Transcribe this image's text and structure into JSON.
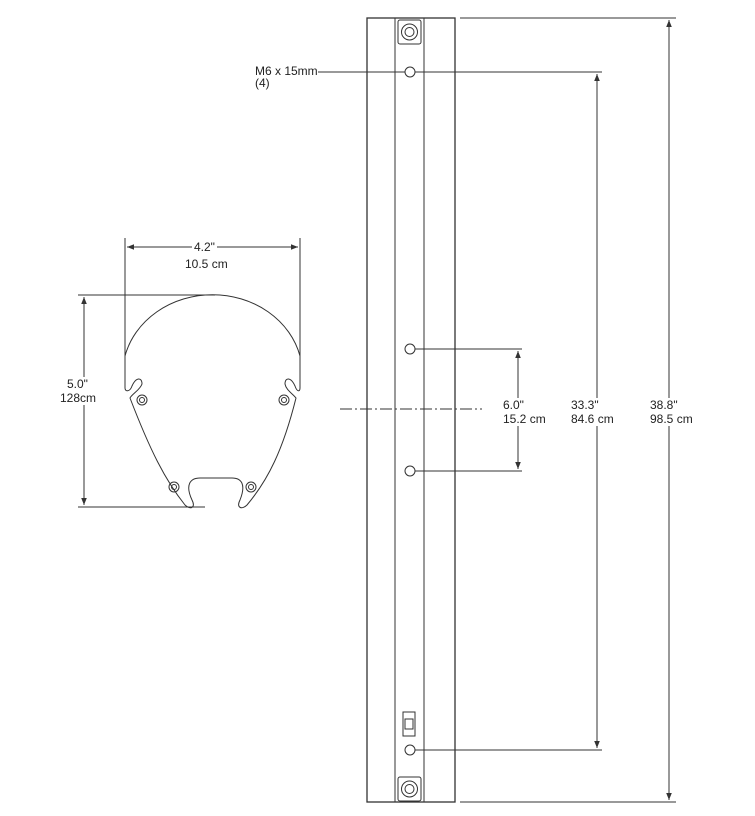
{
  "callout": {
    "screw": "M6 x 15mm",
    "qty": "(4)"
  },
  "bracket": {
    "width_in": "4.2\"",
    "width_cm": "10.5 cm",
    "height_in": "5.0\"",
    "height_cm": "128cm"
  },
  "column": {
    "hole_spacing_in": "6.0\"",
    "hole_spacing_cm": "15.2 cm",
    "mount_span_in": "33.3\"",
    "mount_span_cm": "84.6 cm",
    "overall_in": "38.8\"",
    "overall_cm": "98.5 cm"
  },
  "colors": {
    "line": "#333333"
  }
}
